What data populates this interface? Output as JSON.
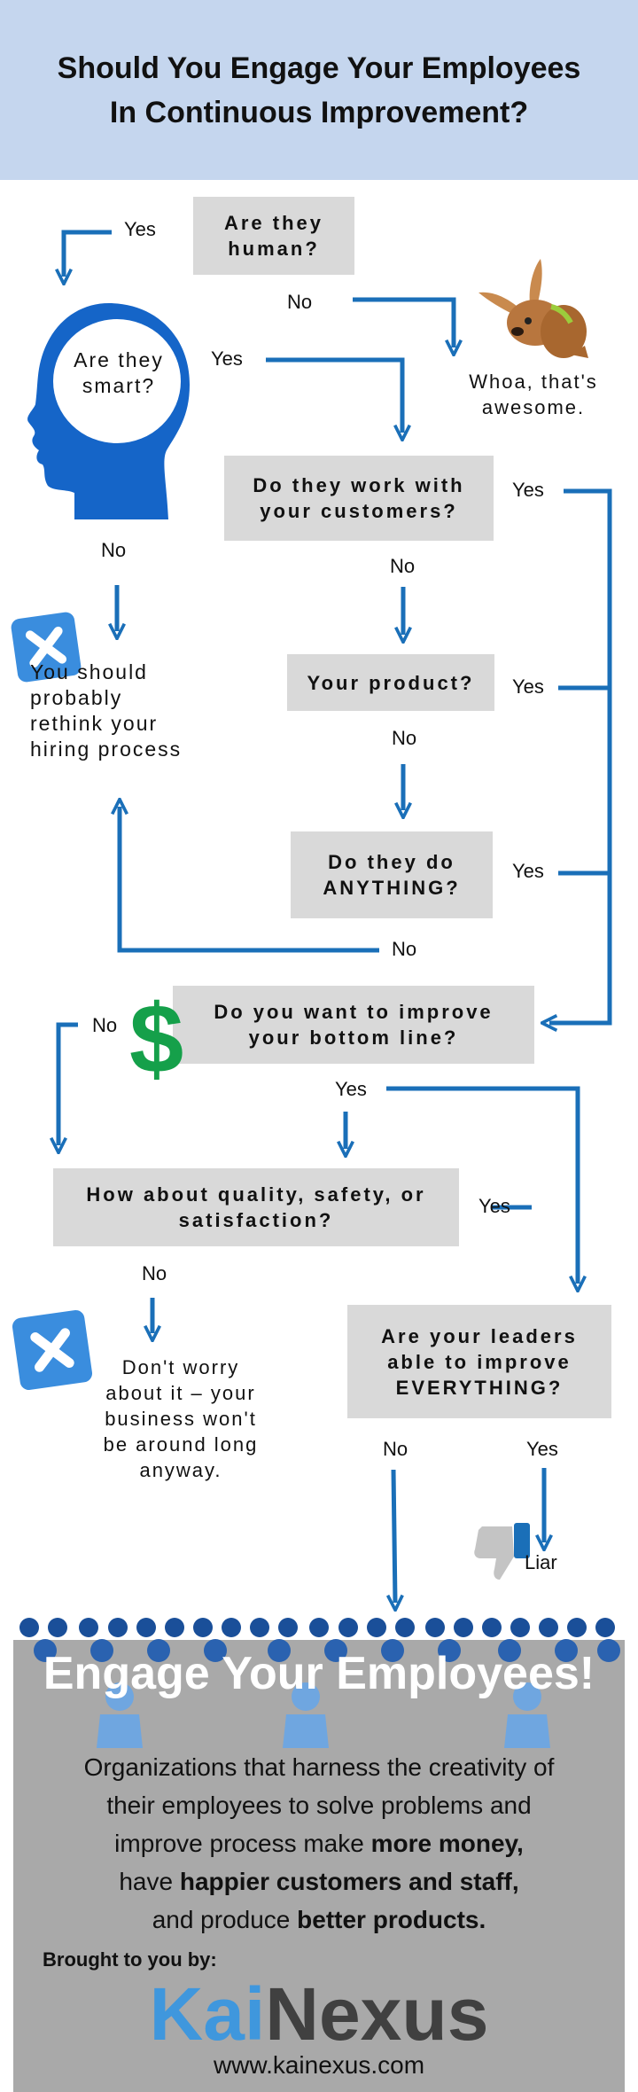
{
  "header": {
    "title_line1": "Should You Engage Your Employees",
    "title_line2": "In Continuous Improvement?"
  },
  "flow": {
    "q_human": "Are they\nhuman?",
    "human_yes": "Yes",
    "human_no": "No",
    "awesome": "Whoa, that's\nawesome.",
    "q_smart": "Are they\nsmart?",
    "smart_yes": "Yes",
    "smart_no": "No",
    "rethink": "You should\nprobably\nrethink your\nhiring process",
    "q_customers": "Do they work with\nyour customers?",
    "customers_yes": "Yes",
    "customers_no": "No",
    "q_product": "Your product?",
    "product_yes": "Yes",
    "product_no": "No",
    "q_anything": "Do they do\nANYTHING?",
    "anything_yes": "Yes",
    "anything_no": "No",
    "q_bottom_line": "Do you want to improve\nyour bottom line?",
    "bottom_no": "No",
    "bottom_yes": "Yes",
    "q_quality": "How about quality, safety, or\nsatisfaction?",
    "quality_yes": "Yes",
    "quality_no": "No",
    "dont_worry": "Don't worry\nabout it – your\nbusiness won't\nbe around long\nanyway.",
    "q_leaders": "Are your leaders\nable to improve\nEVERYTHING?",
    "leaders_no": "No",
    "leaders_yes": "Yes",
    "liar": "Liar"
  },
  "footer": {
    "headline": "Engage Your Employees!",
    "para_l1": "Organizations that harness the creativity of",
    "para_l2": "their employees to solve problems and",
    "para_l3a": "improve process make ",
    "para_l3b": "more money,",
    "para_l4a": "have ",
    "para_l4b": "happier customers and staff,",
    "para_l5a": "and produce ",
    "para_l5b": "better products.",
    "brought_by": "Brought to you by:",
    "logo_kai": "Kai",
    "logo_nexus": "Nexus",
    "url": "www.kainexus.com"
  },
  "colors": {
    "header_bg": "#c5d6ee",
    "arrow_blue": "#1a6fb8",
    "head_blue": "#1565c8",
    "x_blue": "#3a8dde",
    "dollar_green": "#15a04a",
    "box_gray": "#d9d9d9",
    "footer_gray": "#a9a9a9",
    "logo_kai": "#3f97dd",
    "logo_nexus": "#404040"
  },
  "icons": [
    "head-silhouette-icon",
    "dog-photo",
    "x-icon",
    "dollar-icon",
    "thumbs-down-icon",
    "people-crowd-icon"
  ]
}
